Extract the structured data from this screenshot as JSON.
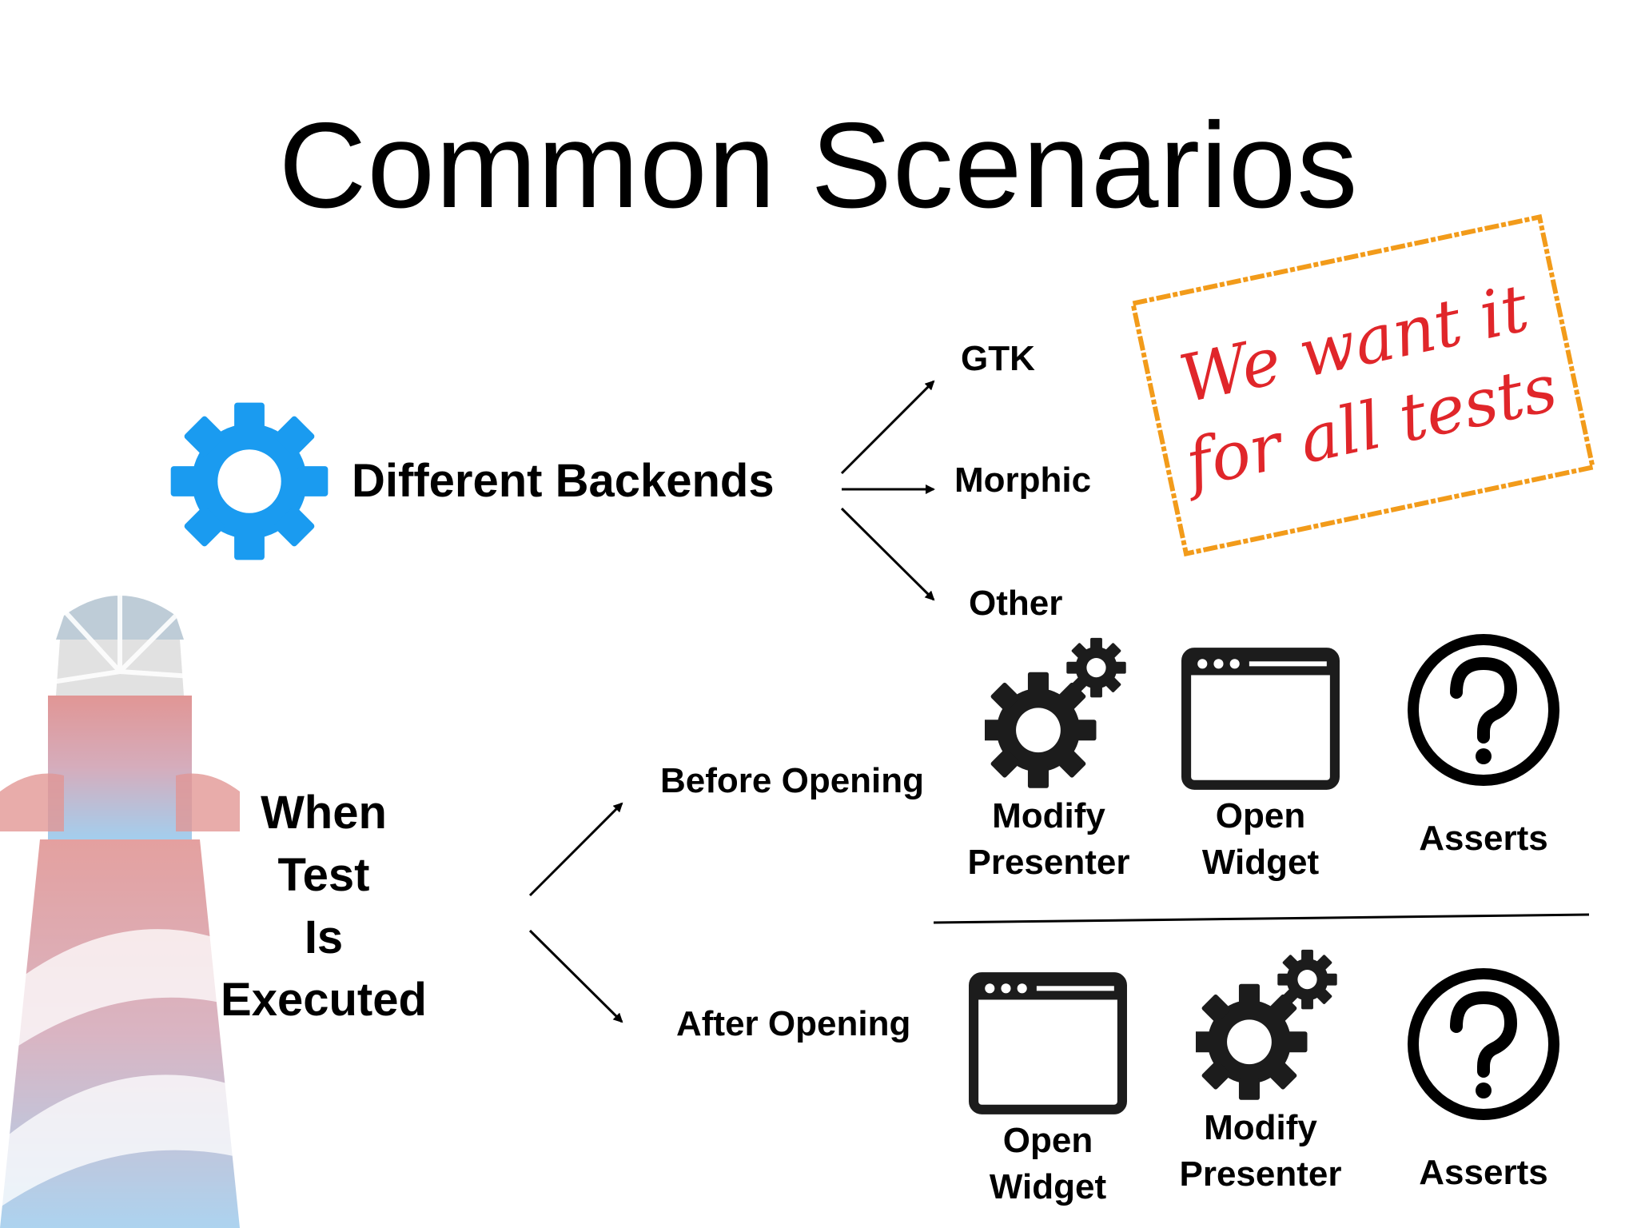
{
  "slide": {
    "title": "Common Scenarios",
    "backends": {
      "label": "Different Backends",
      "targets": [
        "GTK",
        "Morphic",
        "Other"
      ]
    },
    "note": {
      "line1": "We want it",
      "line2": "for all tests",
      "text_color": "#e0262a",
      "border_color": "#f29b1a"
    },
    "when": {
      "lines": [
        "When",
        "Test",
        "Is",
        "Executed"
      ]
    },
    "before": {
      "label": "Before Opening",
      "steps": [
        {
          "icon": "gears-icon",
          "line1": "Modify",
          "line2": "Presenter"
        },
        {
          "icon": "window-icon",
          "line1": "Open",
          "line2": "Widget"
        },
        {
          "icon": "question-icon",
          "line1": "Asserts",
          "line2": ""
        }
      ]
    },
    "after": {
      "label": "After Opening",
      "steps": [
        {
          "icon": "window-icon",
          "line1": "Open",
          "line2": "Widget"
        },
        {
          "icon": "gears-icon",
          "line1": "Modify",
          "line2": "Presenter"
        },
        {
          "icon": "question-icon",
          "line1": "Asserts",
          "line2": ""
        }
      ]
    },
    "colors": {
      "gear_blue": "#1a9bf0",
      "icon_dark": "#1c1c1c"
    }
  }
}
